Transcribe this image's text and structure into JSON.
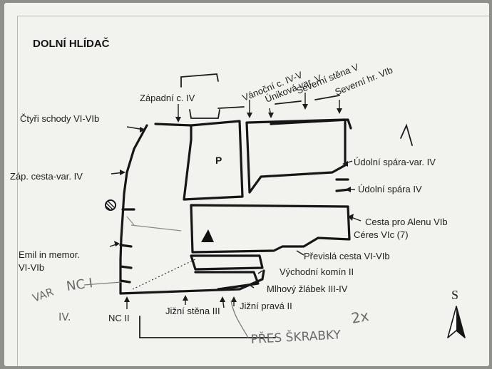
{
  "map": {
    "title": "DOLNÍ HLÍDAČ",
    "block_label": "P",
    "north_label": "S",
    "routes": [
      "Západní c. IV",
      "Vánoční c. IV-V",
      "Úniková var. V",
      "Severní stěna V",
      "Severní hr. VIb",
      "Čtyři schody VI-VIb",
      "Záp. cesta-var. IV",
      "Údolní spára-var. IV",
      "Údolní spára IV",
      "Cesta pro Alenu VIb",
      "Céres VIc (7)",
      "Emil in memor.",
      "VI-VIb",
      "Převislá cesta VI-VIb",
      "Východní komín II",
      "Mlhový žlábek III-IV",
      "NC II",
      "Jižní stěna III",
      "Jižní pravá II"
    ],
    "handwriting": [
      "VAR",
      "NC I",
      "IV.",
      "2x",
      "PŘES ŠKRABKY"
    ]
  }
}
